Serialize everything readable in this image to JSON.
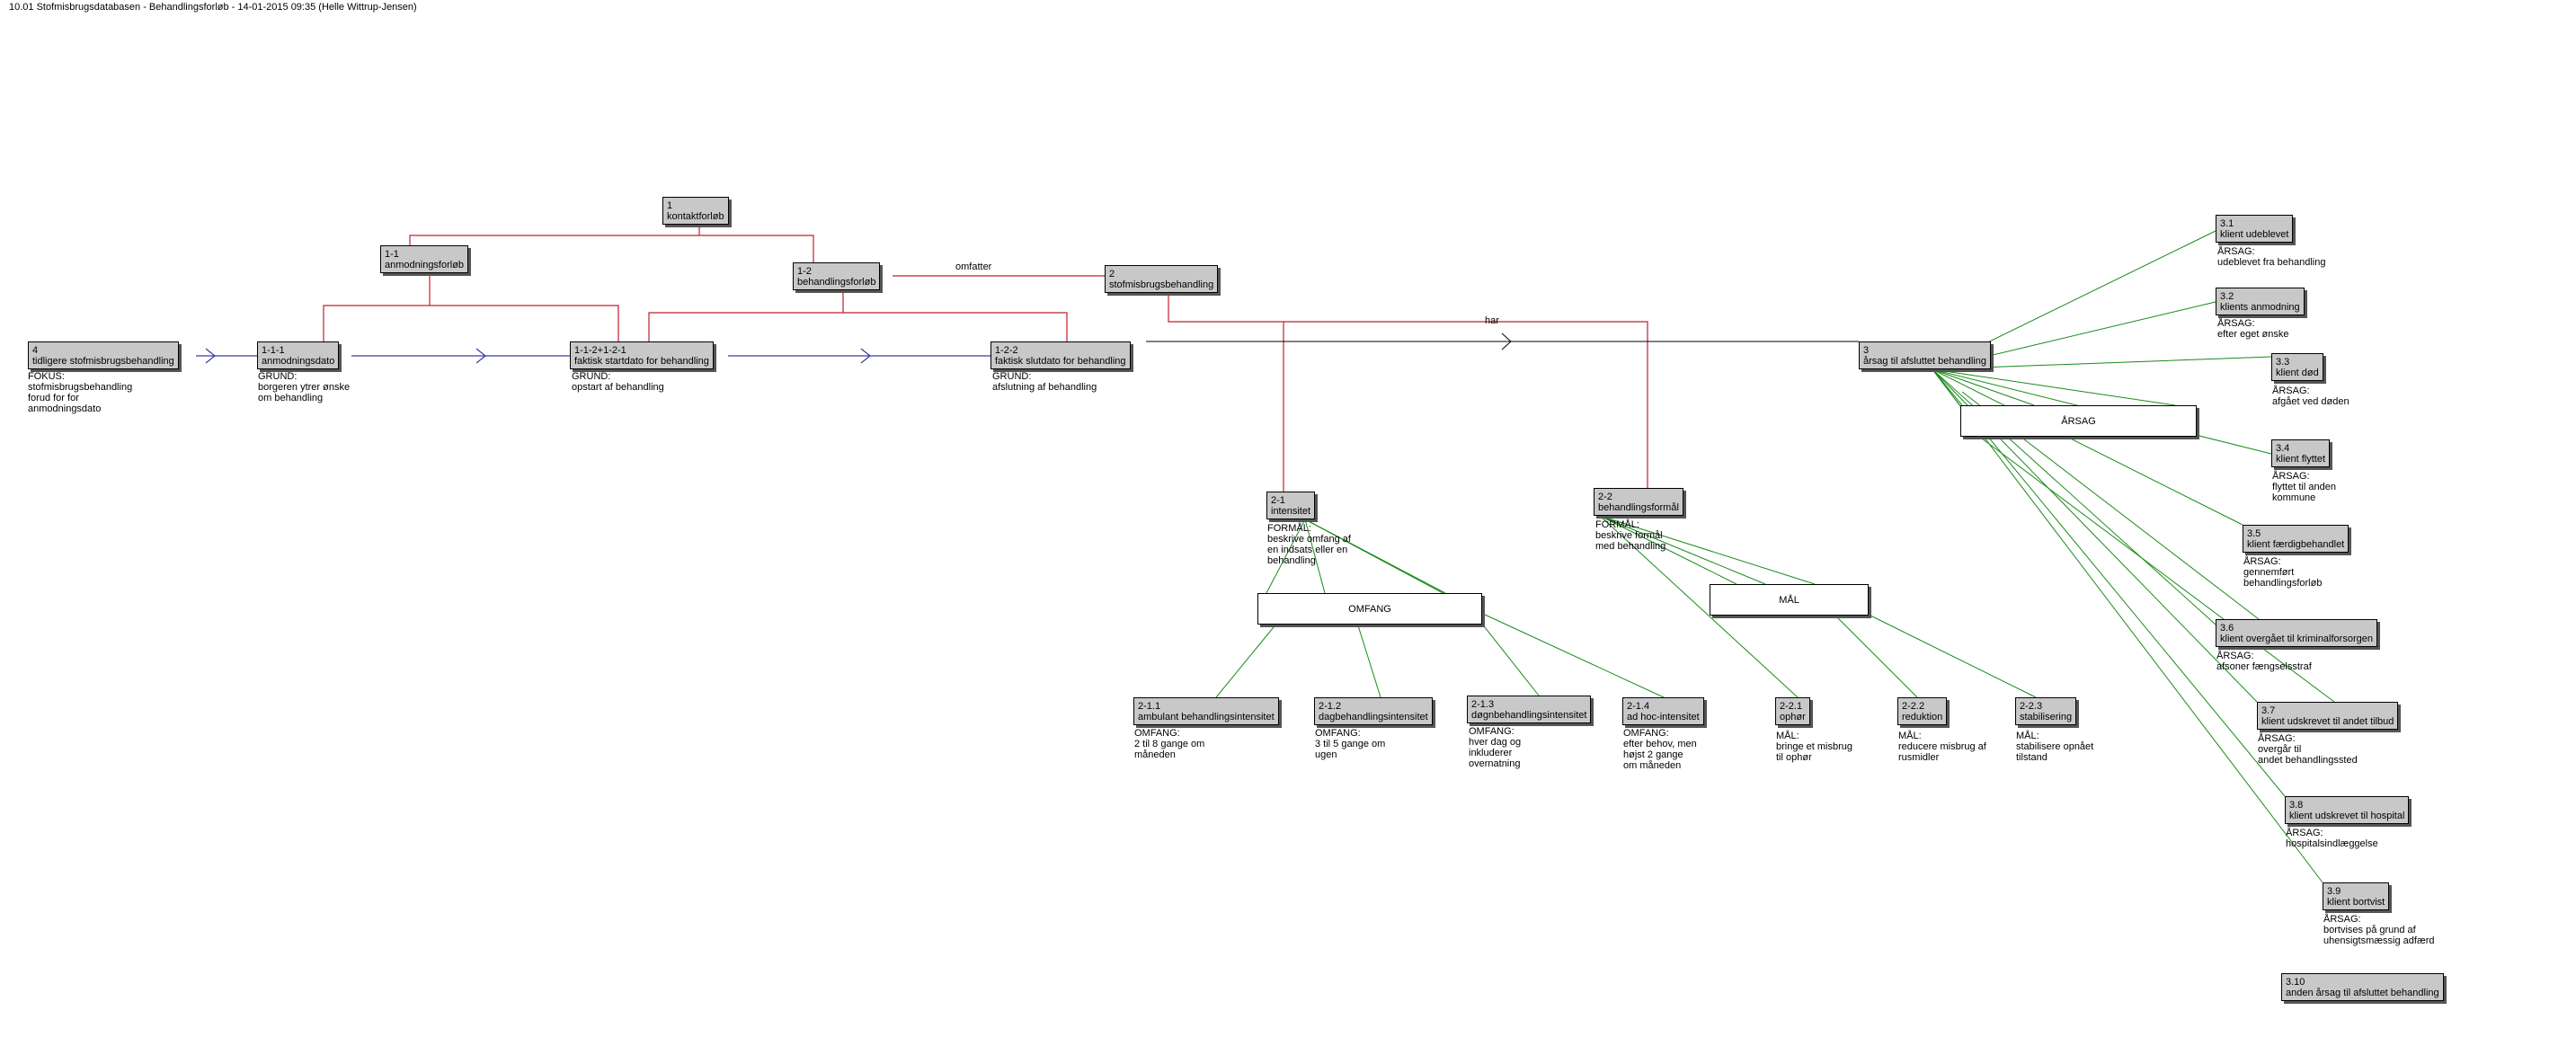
{
  "header": "10.01 Stofmisbrugsdatabasen - Behandlingsforløb - 14-01-2015 09:35 (Helle Wittrup-Jensen)",
  "colors": {
    "hierarchy": "#c0202a",
    "sequence": "#3a3aa0",
    "association": "#1a8a1a",
    "node_fill": "#c8c8c8"
  },
  "annotations": {
    "omfatter": "omfatter",
    "har": "har"
  },
  "nodes": [
    {
      "id": "n1",
      "num": "1",
      "title": "kontaktforløb"
    },
    {
      "id": "n11",
      "num": "1-1",
      "title": "anmodningsforløb"
    },
    {
      "id": "n12",
      "num": "1-2",
      "title": "behandlingsforløb"
    },
    {
      "id": "n2",
      "num": "2",
      "title": "stofmisbrugsbehandling"
    },
    {
      "id": "n4",
      "num": "4",
      "title": "tidligere stofmisbrugsbehandling"
    },
    {
      "id": "n111",
      "num": "1-1-1",
      "title": "anmodningsdato"
    },
    {
      "id": "n112",
      "num": "1-1-2+1-2-1",
      "title": "faktisk startdato for behandling"
    },
    {
      "id": "n122",
      "num": "1-2-2",
      "title": "faktisk slutdato for behandling"
    },
    {
      "id": "n3",
      "num": "3",
      "title": "årsag til afsluttet behandling"
    },
    {
      "id": "n21",
      "num": "2-1",
      "title": "intensitet"
    },
    {
      "id": "n22",
      "num": "2-2",
      "title": "behandlingsformål"
    },
    {
      "id": "n211",
      "num": "2-1.1",
      "title": "ambulant behandlingsintensitet"
    },
    {
      "id": "n212",
      "num": "2-1.2",
      "title": "dagbehandlingsintensitet"
    },
    {
      "id": "n213",
      "num": "2-1.3",
      "title": "døgnbehandlingsintensitet"
    },
    {
      "id": "n214",
      "num": "2-1.4",
      "title": "ad hoc-intensitet"
    },
    {
      "id": "n221",
      "num": "2-2.1",
      "title": "ophør"
    },
    {
      "id": "n222",
      "num": "2-2.2",
      "title": "reduktion"
    },
    {
      "id": "n223",
      "num": "2-2.3",
      "title": "stabilisering"
    },
    {
      "id": "n31",
      "num": "3.1",
      "title": "klient udeblevet"
    },
    {
      "id": "n32",
      "num": "3.2",
      "title": "klients anmodning"
    },
    {
      "id": "n33",
      "num": "3.3",
      "title": "klient død"
    },
    {
      "id": "n34",
      "num": "3.4",
      "title": "klient flyttet"
    },
    {
      "id": "n35",
      "num": "3.5",
      "title": "klient færdigbehandlet"
    },
    {
      "id": "n36",
      "num": "3.6",
      "title": "klient overgået til kriminalforsorgen"
    },
    {
      "id": "n37",
      "num": "3.7",
      "title": "klient udskrevet til andet tilbud"
    },
    {
      "id": "n38",
      "num": "3.8",
      "title": "klient udskrevet til hospital"
    },
    {
      "id": "n39",
      "num": "3.9",
      "title": "klient bortvist"
    },
    {
      "id": "n310",
      "num": "3.10",
      "title": "anden årsag til afsluttet behandling"
    }
  ],
  "group_boxes": [
    {
      "id": "g_omfang",
      "label": "OMFANG"
    },
    {
      "id": "g_maal",
      "label": "MÅL"
    },
    {
      "id": "g_aarsag",
      "label": "ÅRSAG"
    }
  ],
  "notes": [
    {
      "id": "t4",
      "lines": [
        "FOKUS:",
        "stofmisbrugsbehandling",
        "forud for for",
        "anmodningsdato"
      ]
    },
    {
      "id": "t111",
      "lines": [
        "GRUND:",
        "borgeren ytrer ønske",
        "om behandling"
      ]
    },
    {
      "id": "t112",
      "lines": [
        "GRUND:",
        "opstart af behandling"
      ]
    },
    {
      "id": "t122",
      "lines": [
        "GRUND:",
        "afslutning af behandling"
      ]
    },
    {
      "id": "t21",
      "lines": [
        "FORMÅL:",
        "beskrive omfang af",
        "en indsats eller en",
        "behandling"
      ]
    },
    {
      "id": "t22",
      "lines": [
        "FORMÅL:",
        "beskrive formål",
        "med behandling"
      ]
    },
    {
      "id": "t211",
      "lines": [
        "OMFANG:",
        "2 til 8 gange om",
        "måneden"
      ]
    },
    {
      "id": "t212",
      "lines": [
        "OMFANG:",
        "3 til 5 gange om",
        "ugen"
      ]
    },
    {
      "id": "t213",
      "lines": [
        "OMFANG:",
        "hver dag og",
        "inkluderer",
        "overnatning"
      ]
    },
    {
      "id": "t214",
      "lines": [
        "OMFANG:",
        "efter behov, men",
        "højst 2 gange",
        "om måneden"
      ]
    },
    {
      "id": "t221",
      "lines": [
        "MÅL:",
        "bringe et misbrug",
        "til ophør"
      ]
    },
    {
      "id": "t222",
      "lines": [
        "MÅL:",
        "reducere misbrug af",
        "rusmidler"
      ]
    },
    {
      "id": "t223",
      "lines": [
        "MÅL:",
        "stabilisere opnået",
        "tilstand"
      ]
    },
    {
      "id": "t31",
      "lines": [
        "ÅRSAG:",
        "udeblevet fra behandling"
      ]
    },
    {
      "id": "t32",
      "lines": [
        "ÅRSAG:",
        "efter eget ønske"
      ]
    },
    {
      "id": "t33",
      "lines": [
        "ÅRSAG:",
        "afgået ved døden"
      ]
    },
    {
      "id": "t34",
      "lines": [
        "ÅRSAG:",
        "flyttet til anden",
        "kommune"
      ]
    },
    {
      "id": "t35",
      "lines": [
        "ÅRSAG:",
        "gennemført",
        "behandlingsforløb"
      ]
    },
    {
      "id": "t36",
      "lines": [
        "ÅRSAG:",
        "afsoner fængselsstraf"
      ]
    },
    {
      "id": "t37",
      "lines": [
        "ÅRSAG:",
        "overgår til",
        "andet behandlingssted"
      ]
    },
    {
      "id": "t38",
      "lines": [
        "ÅRSAG:",
        "hospitalsindlæggelse"
      ]
    },
    {
      "id": "t39",
      "lines": [
        "ÅRSAG:",
        "bortvises på grund af",
        "uhensigtsmæssig adfærd"
      ]
    }
  ]
}
